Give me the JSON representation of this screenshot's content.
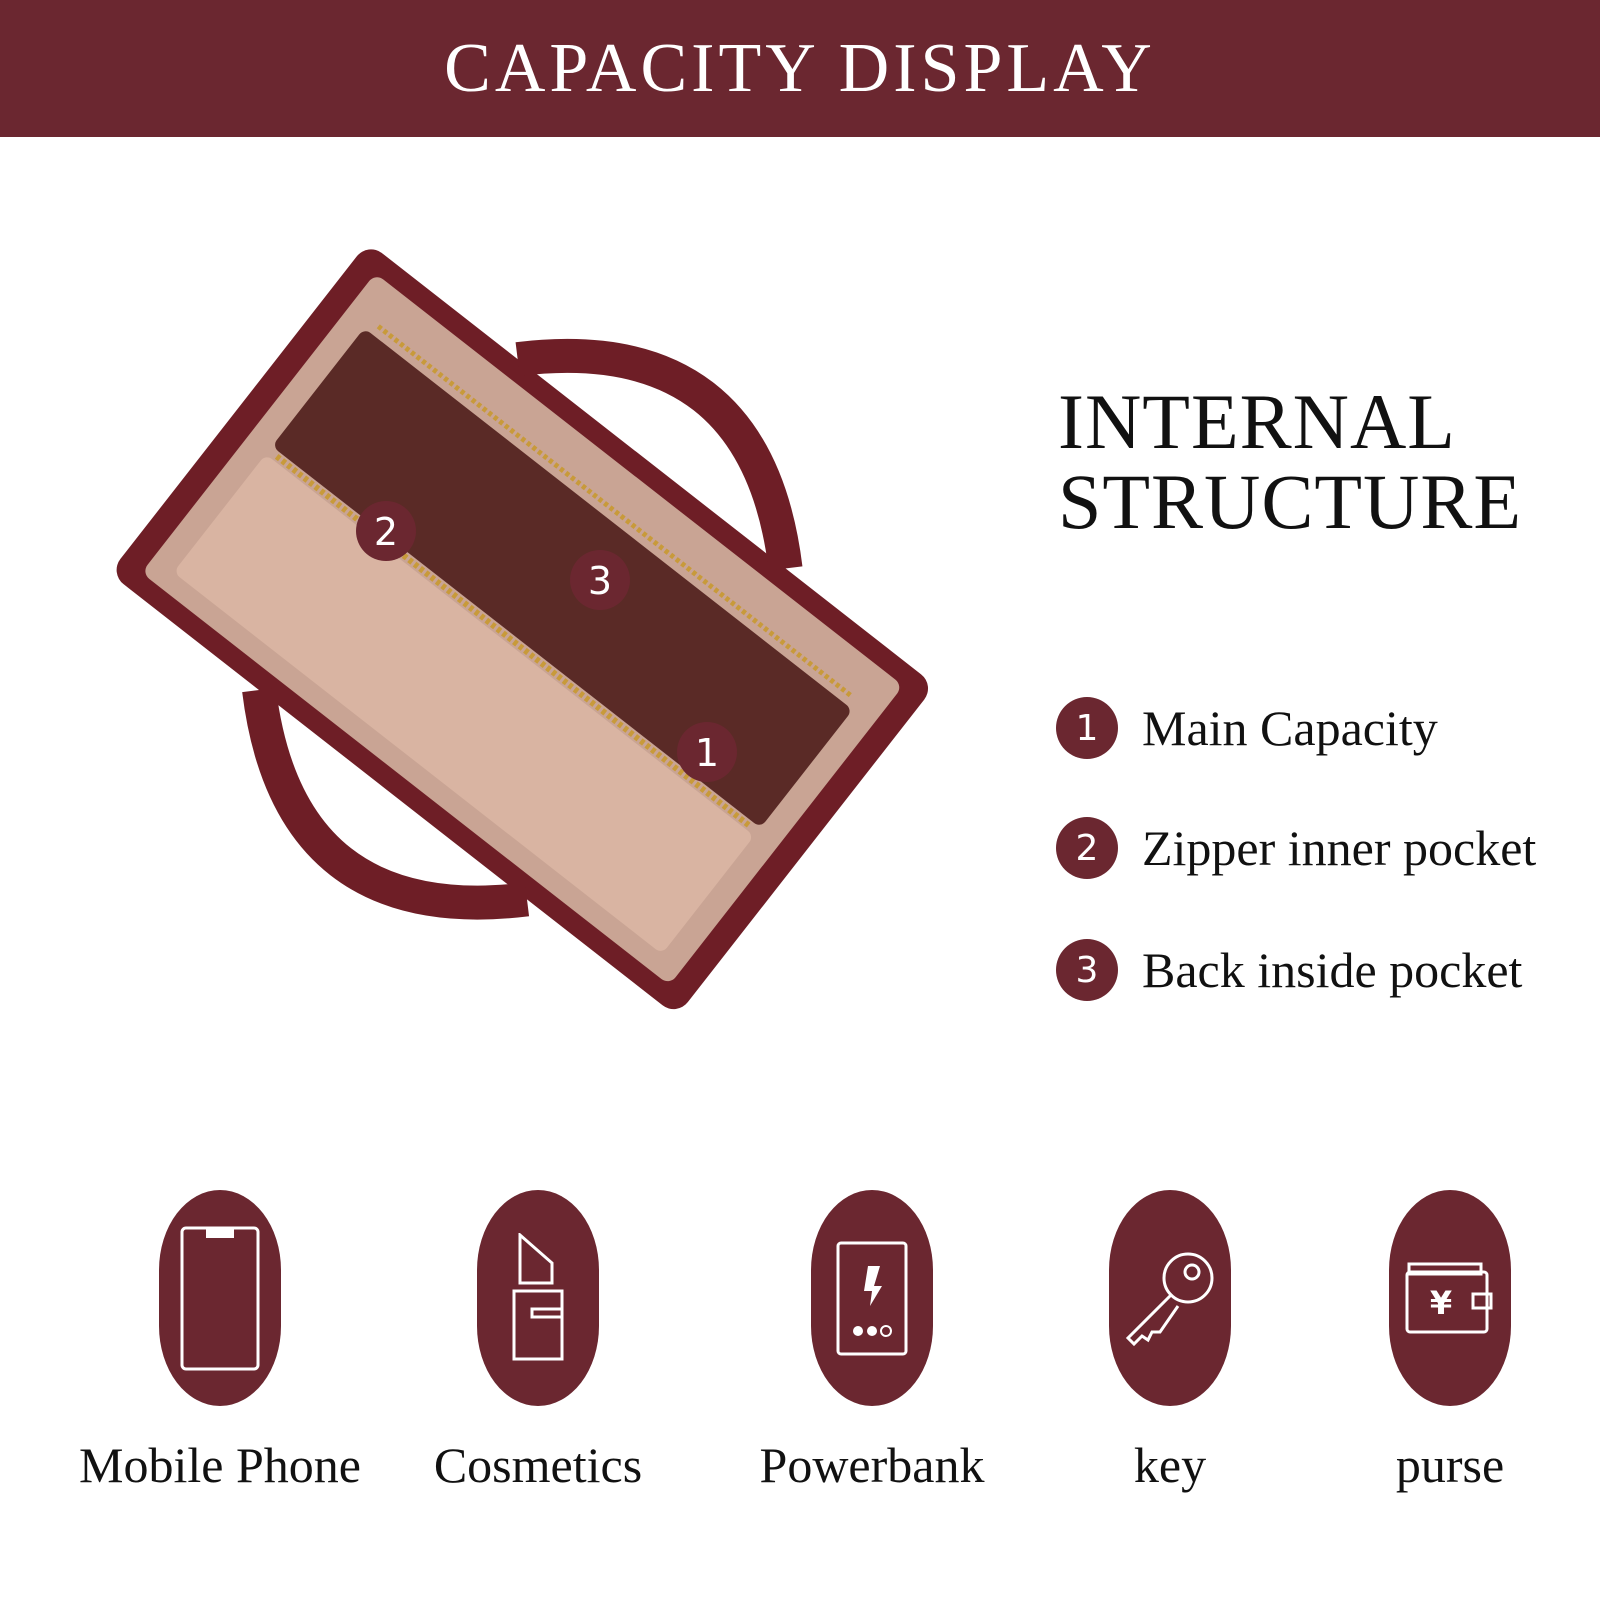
{
  "header": {
    "title": "CAPACITY DISPLAY"
  },
  "structure": {
    "title_line1": "INTERNAL",
    "title_line2": "STRUCTURE",
    "features": [
      {
        "num": "1",
        "label": "Main Capacity"
      },
      {
        "num": "2",
        "label": "Zipper inner pocket"
      },
      {
        "num": "3",
        "label": "Back inside pocket"
      }
    ]
  },
  "bag_markers": [
    "1",
    "2",
    "3"
  ],
  "items": [
    {
      "label": "Mobile Phone",
      "icon": "phone-icon"
    },
    {
      "label": "Cosmetics",
      "icon": "lipstick-icon"
    },
    {
      "label": "Powerbank",
      "icon": "powerbank-icon"
    },
    {
      "label": "key",
      "icon": "key-icon"
    },
    {
      "label": "purse",
      "icon": "wallet-icon"
    }
  ],
  "colors": {
    "brand": "#6b2730"
  }
}
